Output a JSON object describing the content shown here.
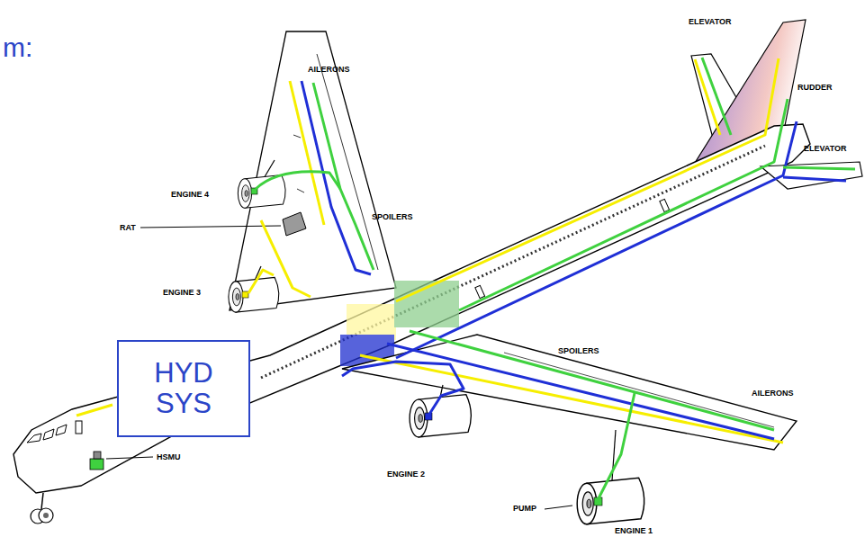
{
  "diagram": {
    "nodes": [
      {
        "text": [
          "HYD SYS"
        ]
      }
    ],
    "labels": [
      "m:",
      "ELEVATOR",
      "RUDDER",
      "ELEVATOR",
      "AILERONS",
      "ENGINE 4",
      "RAT",
      "SPOILERS",
      "ENGINE 3",
      "SPOILERS",
      "AILERONS",
      "ENGINE 2",
      "PUMP",
      "ENGINE 1",
      "HSMU"
    ]
  }
}
